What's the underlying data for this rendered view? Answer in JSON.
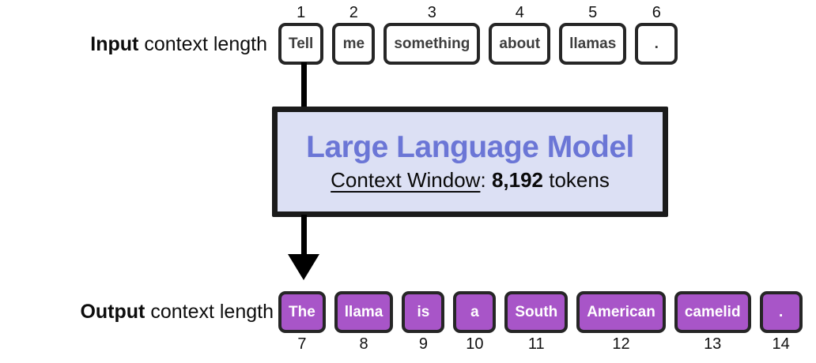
{
  "labels": {
    "input_bold": "Input",
    "input_rest": " context length",
    "output_bold": "Output",
    "output_rest": " context length"
  },
  "llm_box": {
    "title": "Large Language Model",
    "context_window_label": "Context Window",
    "colon": ":",
    "context_window_value": "8,192",
    "context_window_unit": " tokens"
  },
  "input_tokens": [
    {
      "number": "1",
      "word": "Tell"
    },
    {
      "number": "2",
      "word": "me"
    },
    {
      "number": "3",
      "word": "something"
    },
    {
      "number": "4",
      "word": "about"
    },
    {
      "number": "5",
      "word": "llamas"
    },
    {
      "number": "6",
      "word": "."
    }
  ],
  "output_tokens": [
    {
      "number": "7",
      "word": "The"
    },
    {
      "number": "8",
      "word": "llama"
    },
    {
      "number": "9",
      "word": "is"
    },
    {
      "number": "10",
      "word": "a"
    },
    {
      "number": "11",
      "word": "South"
    },
    {
      "number": "12",
      "word": "American"
    },
    {
      "number": "13",
      "word": "camelid"
    },
    {
      "number": "14",
      "word": "."
    }
  ],
  "colors": {
    "output_token_bg": "#a855c8",
    "llm_box_bg": "#dce0f4",
    "llm_title_text": "#6b76d6",
    "token_border": "#262626",
    "arrow": "#000000"
  }
}
